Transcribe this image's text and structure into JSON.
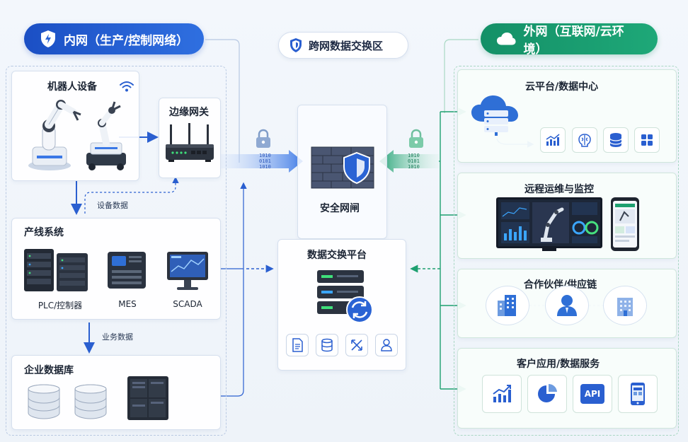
{
  "header": {
    "inner_net": "内网（生产/控制网络）",
    "exchange_zone": "跨网数据交换区",
    "outer_net": "外网（互联网/云环境）"
  },
  "inner": {
    "robot_title": "机器人设备",
    "gateway_title": "边缘网关",
    "device_data": "设备数据",
    "line_title": "产线系统",
    "plc": "PLC/控制器",
    "mes": "MES",
    "scada": "SCADA",
    "business_data": "业务数据",
    "db_title": "企业数据库"
  },
  "middle": {
    "gateway_title": "安全网闸",
    "platform_title": "数据交换平台",
    "binary_left": [
      "1010",
      "0101",
      "1010"
    ],
    "binary_right": [
      "1010",
      "0101",
      "1010"
    ]
  },
  "outer": {
    "cloud_title": "云平台/数据中心",
    "ops_title": "远程运维与监控",
    "partner_title": "合作伙伴/供应链",
    "client_title": "客户应用/数据服务",
    "api_label": "API"
  },
  "colors": {
    "inner_blue": "#1f56c9",
    "outer_green": "#17996c"
  }
}
